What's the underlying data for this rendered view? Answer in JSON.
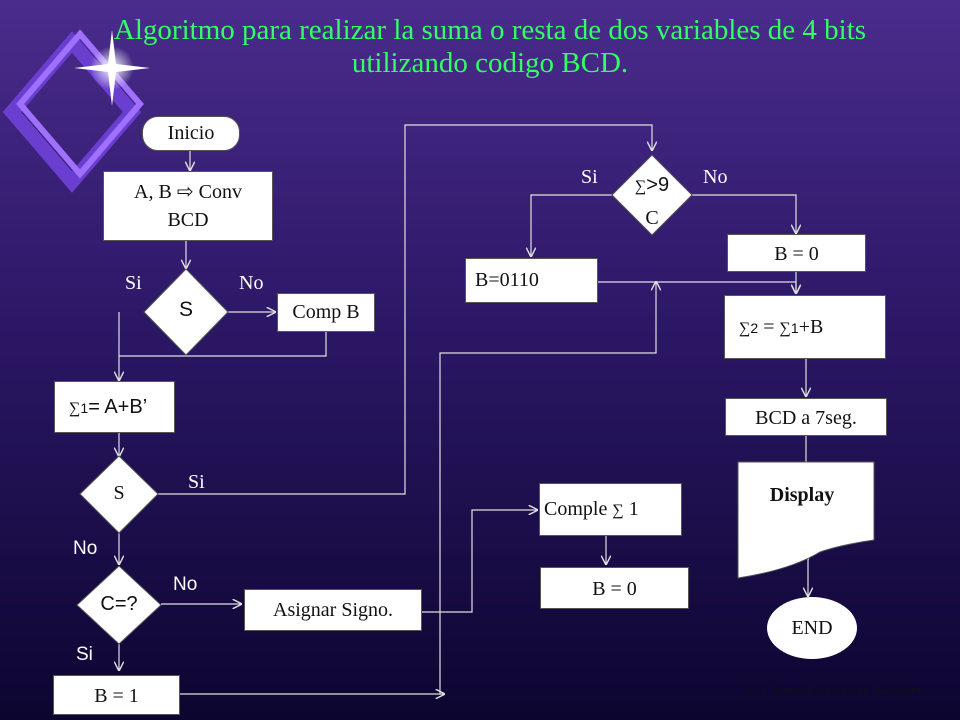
{
  "title": {
    "line1": "Algoritmo para realizar la suma  o resta de dos variables de 4 bits",
    "line2": "utilizando  codigo BCD."
  },
  "nodes": {
    "inicio": "Inicio",
    "conv_line1": "A, B",
    "conv_arrow": "⇨",
    "conv_line1b": "Conv",
    "conv_line2": "BCD",
    "s1": "S",
    "comp_b": "Comp B",
    "sum1_sym": "∑",
    "sum1_sub": "1",
    "sum1_expr": "= A+B’",
    "s2": "S",
    "c_eq": "C=?",
    "b_eq_1": "B = 1",
    "asignar": "Asignar Signo.",
    "comple_text": "Comple",
    "comple_sym": "∑",
    "comple_num": "1",
    "b_eq_0_mid": "B = 0",
    "gt9_sym": "∑",
    "gt9_text": ">9",
    "gt9_c": "C",
    "b0110": "B=0110",
    "b_eq_0_right": "B = 0",
    "sum2_sym": "∑",
    "sum2_sub": "2",
    "sum2_eq": "=",
    "sum2_sym2": "∑",
    "sum2_sub2": "1",
    "sum2_expr": "+B",
    "bcd7": "BCD a 7seg.",
    "display": "Display",
    "end": "END"
  },
  "labels": {
    "si_s1": "Si",
    "no_s1": "No",
    "si_s2": "Si",
    "no_s2": "No",
    "no_c": "No",
    "si_c": "Si",
    "si_gt9": "Si",
    "no_gt9": "No"
  },
  "footer": "M.I. Norma Elva Chávez Rodríguez"
}
